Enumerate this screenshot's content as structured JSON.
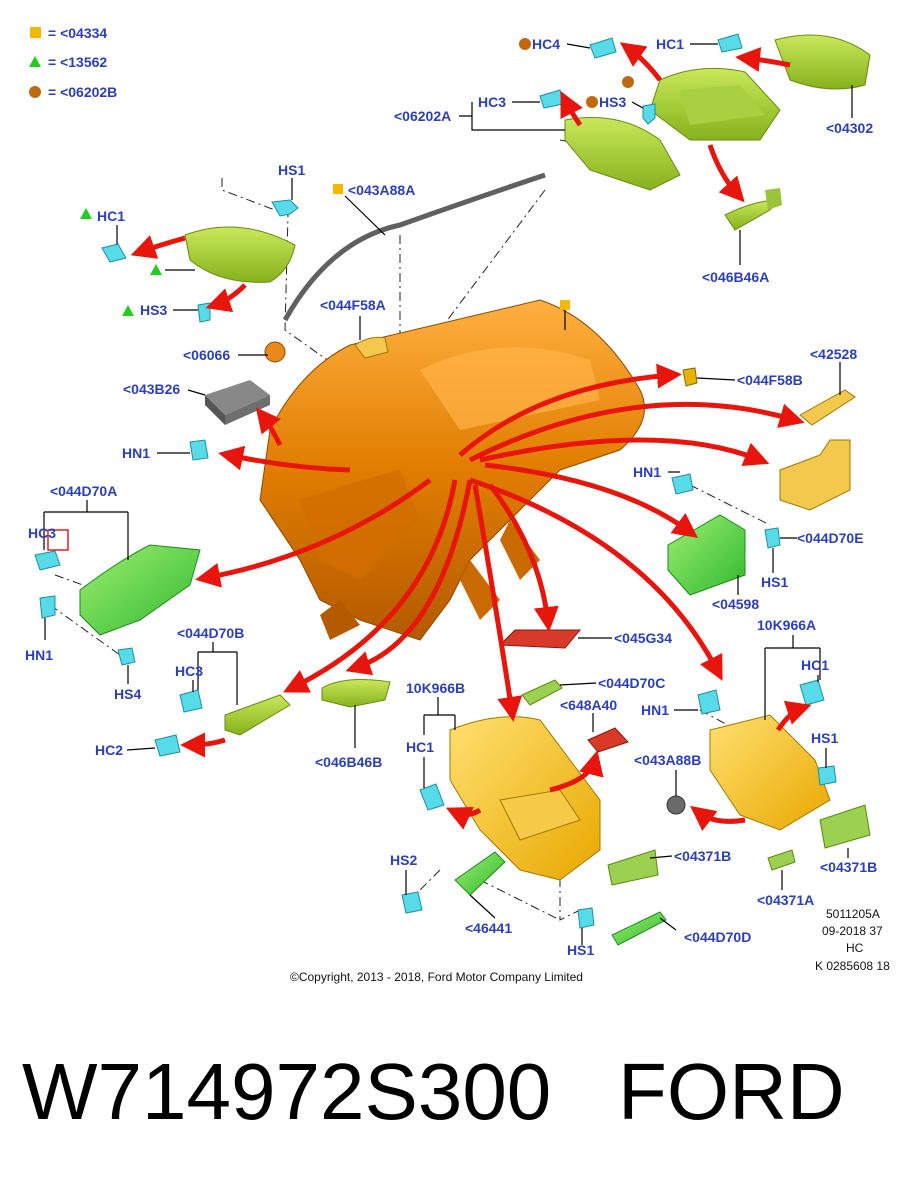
{
  "legend": [
    {
      "shape": "square",
      "color": "#f5b800",
      "text": "= <04334"
    },
    {
      "shape": "triangle",
      "color": "#22cc22",
      "text": "= <13562"
    },
    {
      "shape": "circle",
      "color": "#c06a10",
      "text": "= <06202B"
    }
  ],
  "labels": {
    "hc4_top": "HC4",
    "hc1_top": "HC1",
    "hs3_top": "HS3",
    "hc3_top": "HC3",
    "l06202a": "<06202A",
    "l04302": "<04302",
    "l046b46a": "<046B46A",
    "hs1_left": "HS1",
    "l043a88a": "<043A88A",
    "hc1_left": "HC1",
    "hs3_left": "HS3",
    "l044f58a": "<044F58A",
    "l06066": "<06066",
    "l043b26": "<043B26",
    "hn1_left": "HN1",
    "l044f58b": "<044F58B",
    "l42528": "<42528",
    "hn1_right": "HN1",
    "l044d70e": "<044D70E",
    "hs1_right": "HS1",
    "l04598": "<04598",
    "l044d70a": "<044D70A",
    "hc3_left": "HC3",
    "hn1_lower": "HN1",
    "hs4": "HS4",
    "l044d70b": "<044D70B",
    "hc3_mid": "HC3",
    "hc2": "HC2",
    "l046b46b": "<046B46B",
    "l045g34": "<045G34",
    "l10k966a": "10K966A",
    "hc1_right": "HC1",
    "hn1_mid": "HN1",
    "l044d70c": "<044D70C",
    "l10k966b": "10K966B",
    "l648a40": "<648A40",
    "hc1_mid": "HC1",
    "hs1_mid": "HS1",
    "l043a88b": "<043A88B",
    "l04371b_mid": "<04371B",
    "l04371b_right": "<04371B",
    "l04371a": "<04371A",
    "hs2": "HS2",
    "l46441": "<46441",
    "hs1_bottom": "HS1",
    "l044d70d": "<044D70D"
  },
  "footer": {
    "copyright": "©Copyright, 2013 - 2018, Ford Motor Company Limited",
    "code1": "5011205A",
    "code2": "09-2018 37",
    "code3": "HC",
    "code4": "K 0285608 18"
  },
  "caption": "W714972S300   FORD"
}
